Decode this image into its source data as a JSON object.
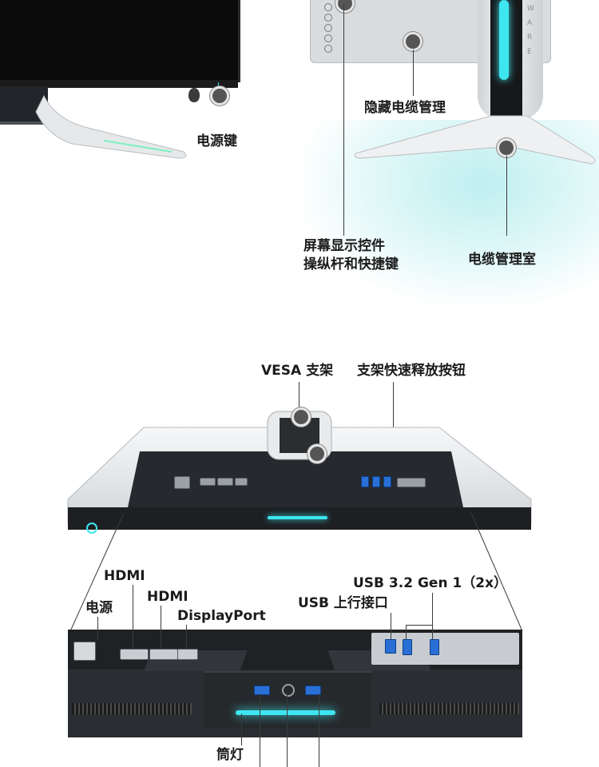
{
  "labels": {
    "power_button": "电源键",
    "hidden_cable": "隐藏电缆管理",
    "osd_line1": "屏幕显示控件",
    "osd_line2": "操纵杆和快捷键",
    "cable_room": "电缆管理室",
    "vesa": "VESA 支架",
    "quick_release": "支架快速释放按钮",
    "hdmi1": "HDMI",
    "hdmi2": "HDMI",
    "displayport": "DisplayPort",
    "power": "电源",
    "usb_up": "USB 上行接口",
    "usb_gen": "USB 3.2  Gen 1（2x）",
    "downlight": "筒灯"
  },
  "stand_logo_text": "WARE",
  "colors": {
    "accent_cyan": "#3ee6f0",
    "usb_blue": "#2a6fd6",
    "body_white": "#e9ebee",
    "dark": "#1e1f21"
  }
}
